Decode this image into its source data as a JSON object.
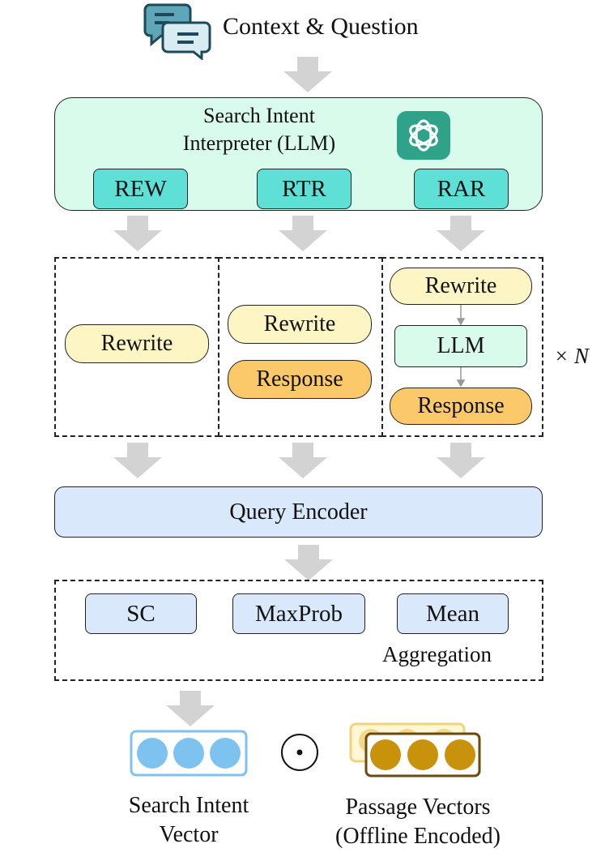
{
  "input": {
    "label": "Context & Question"
  },
  "interpreter": {
    "title": "Search Intent Interpreter (LLM)",
    "title_line1": "Search Intent",
    "title_line2": "Interpreter (LLM)"
  },
  "strategies": [
    "REW",
    "RTR",
    "RAR"
  ],
  "rew_panel": {
    "rewrite": "Rewrite"
  },
  "rtr_panel": {
    "rewrite": "Rewrite",
    "response": "Response"
  },
  "rar_panel": {
    "rewrite": "Rewrite",
    "llm": "LLM",
    "response": "Response",
    "repeat": "× N"
  },
  "encoder": {
    "label": "Query Encoder"
  },
  "aggregation": {
    "methods": [
      "SC",
      "MaxProb",
      "Mean"
    ],
    "label": "Aggregation"
  },
  "outputs": {
    "search_vector": {
      "line1": "Search Intent",
      "line2": "Vector"
    },
    "passage_vectors": {
      "line1": "Passage Vectors",
      "line2": "(Offline Encoded)"
    },
    "operator": "⊙"
  },
  "colors": {
    "interpreter_fill": "#d9fbeb",
    "strategy_fill": "#5ee0d6",
    "rewrite_fill": "#fdf6c4",
    "response_fill": "#fbc96a",
    "encoder_fill": "#d9e8fb",
    "arrow": "#d3d3d3",
    "search_vector_dot": "#7ec3f0",
    "passage_vector_dot": "#c8920a"
  }
}
